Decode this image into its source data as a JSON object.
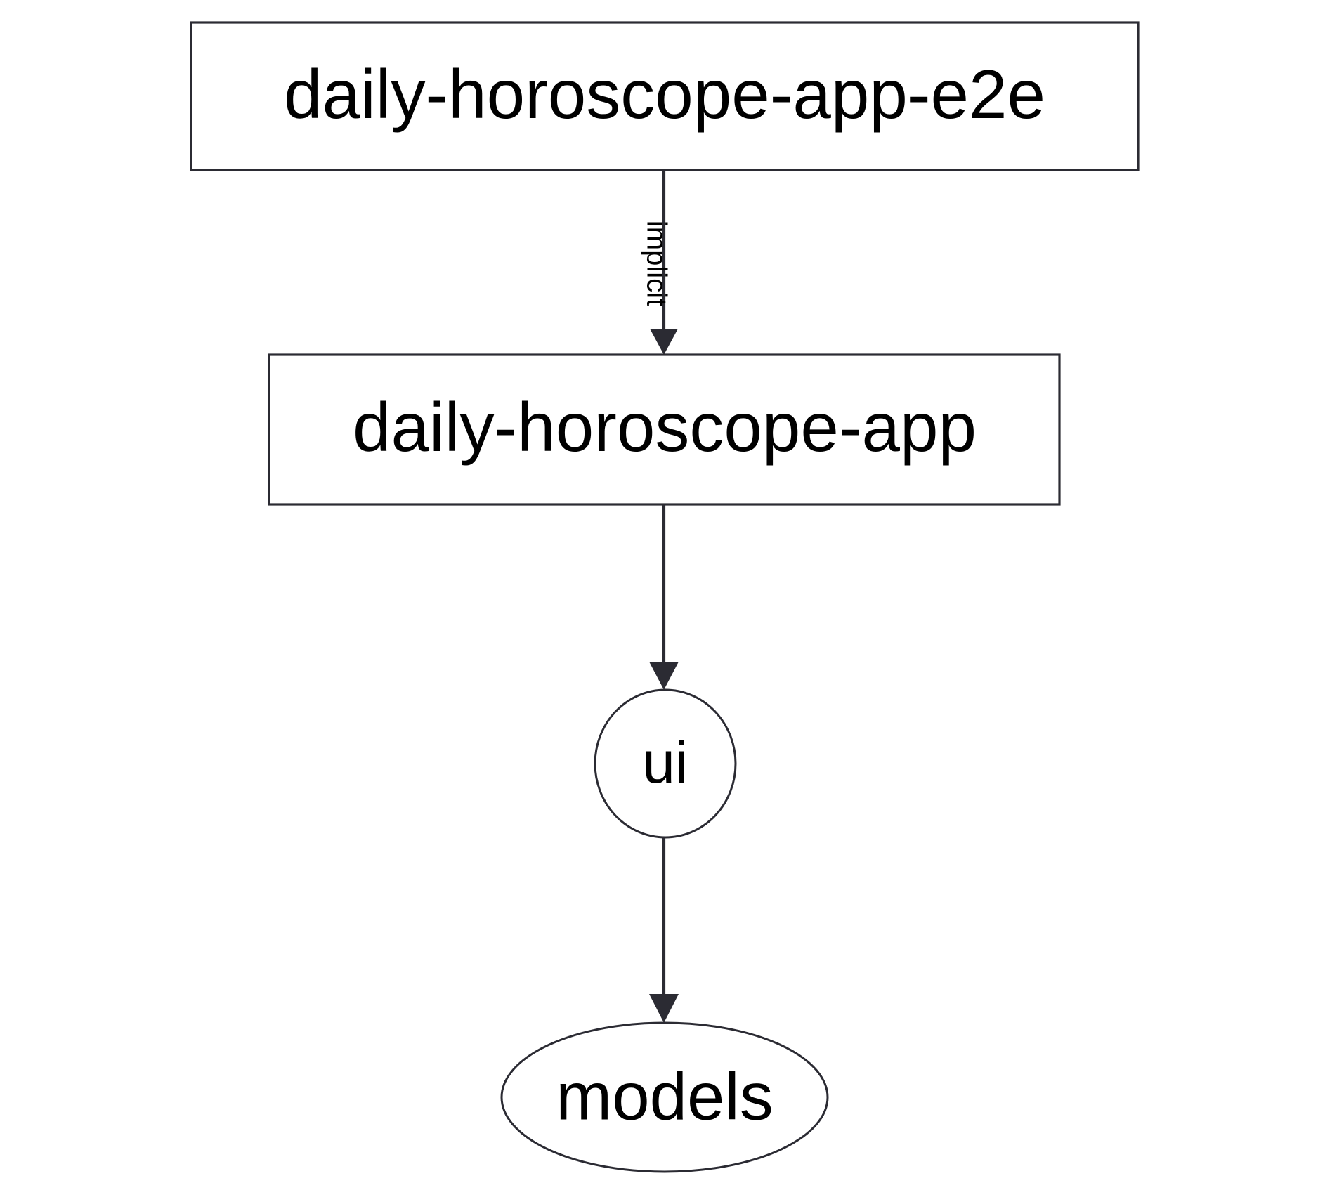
{
  "diagram": {
    "type": "dependency-graph",
    "orientation": "top-to-bottom",
    "background_color": "#ffffff",
    "stroke_color": "#2b2b33",
    "text_color": "#000000",
    "nodes": [
      {
        "id": "daily-horoscope-app-e2e",
        "label": "daily-horoscope-app-e2e",
        "shape": "rectangle"
      },
      {
        "id": "daily-horoscope-app",
        "label": "daily-horoscope-app",
        "shape": "rectangle"
      },
      {
        "id": "ui",
        "label": "ui",
        "shape": "ellipse"
      },
      {
        "id": "models",
        "label": "models",
        "shape": "ellipse"
      }
    ],
    "edges": [
      {
        "from": "daily-horoscope-app-e2e",
        "to": "daily-horoscope-app",
        "label": "implicit"
      },
      {
        "from": "daily-horoscope-app",
        "to": "ui",
        "label": ""
      },
      {
        "from": "ui",
        "to": "models",
        "label": ""
      }
    ]
  }
}
